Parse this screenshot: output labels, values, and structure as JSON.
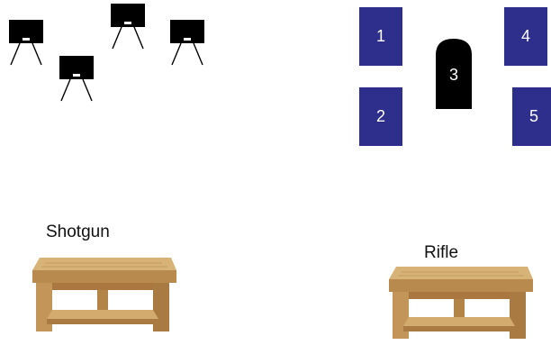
{
  "zones": {
    "z1": "1",
    "z2": "2",
    "z3": "3",
    "z4": "4",
    "z5": "5"
  },
  "stations": {
    "shotgun_label": "Shotgun",
    "rifle_label": "Rifle"
  },
  "colors": {
    "zone_fill": "#2e2e8c",
    "center_zone_fill": "#000000",
    "marker_fill": "#000000",
    "table_wood": "#c9a066"
  },
  "icons": {
    "marker": "target-stand-icon",
    "table": "wooden-table-icon"
  }
}
